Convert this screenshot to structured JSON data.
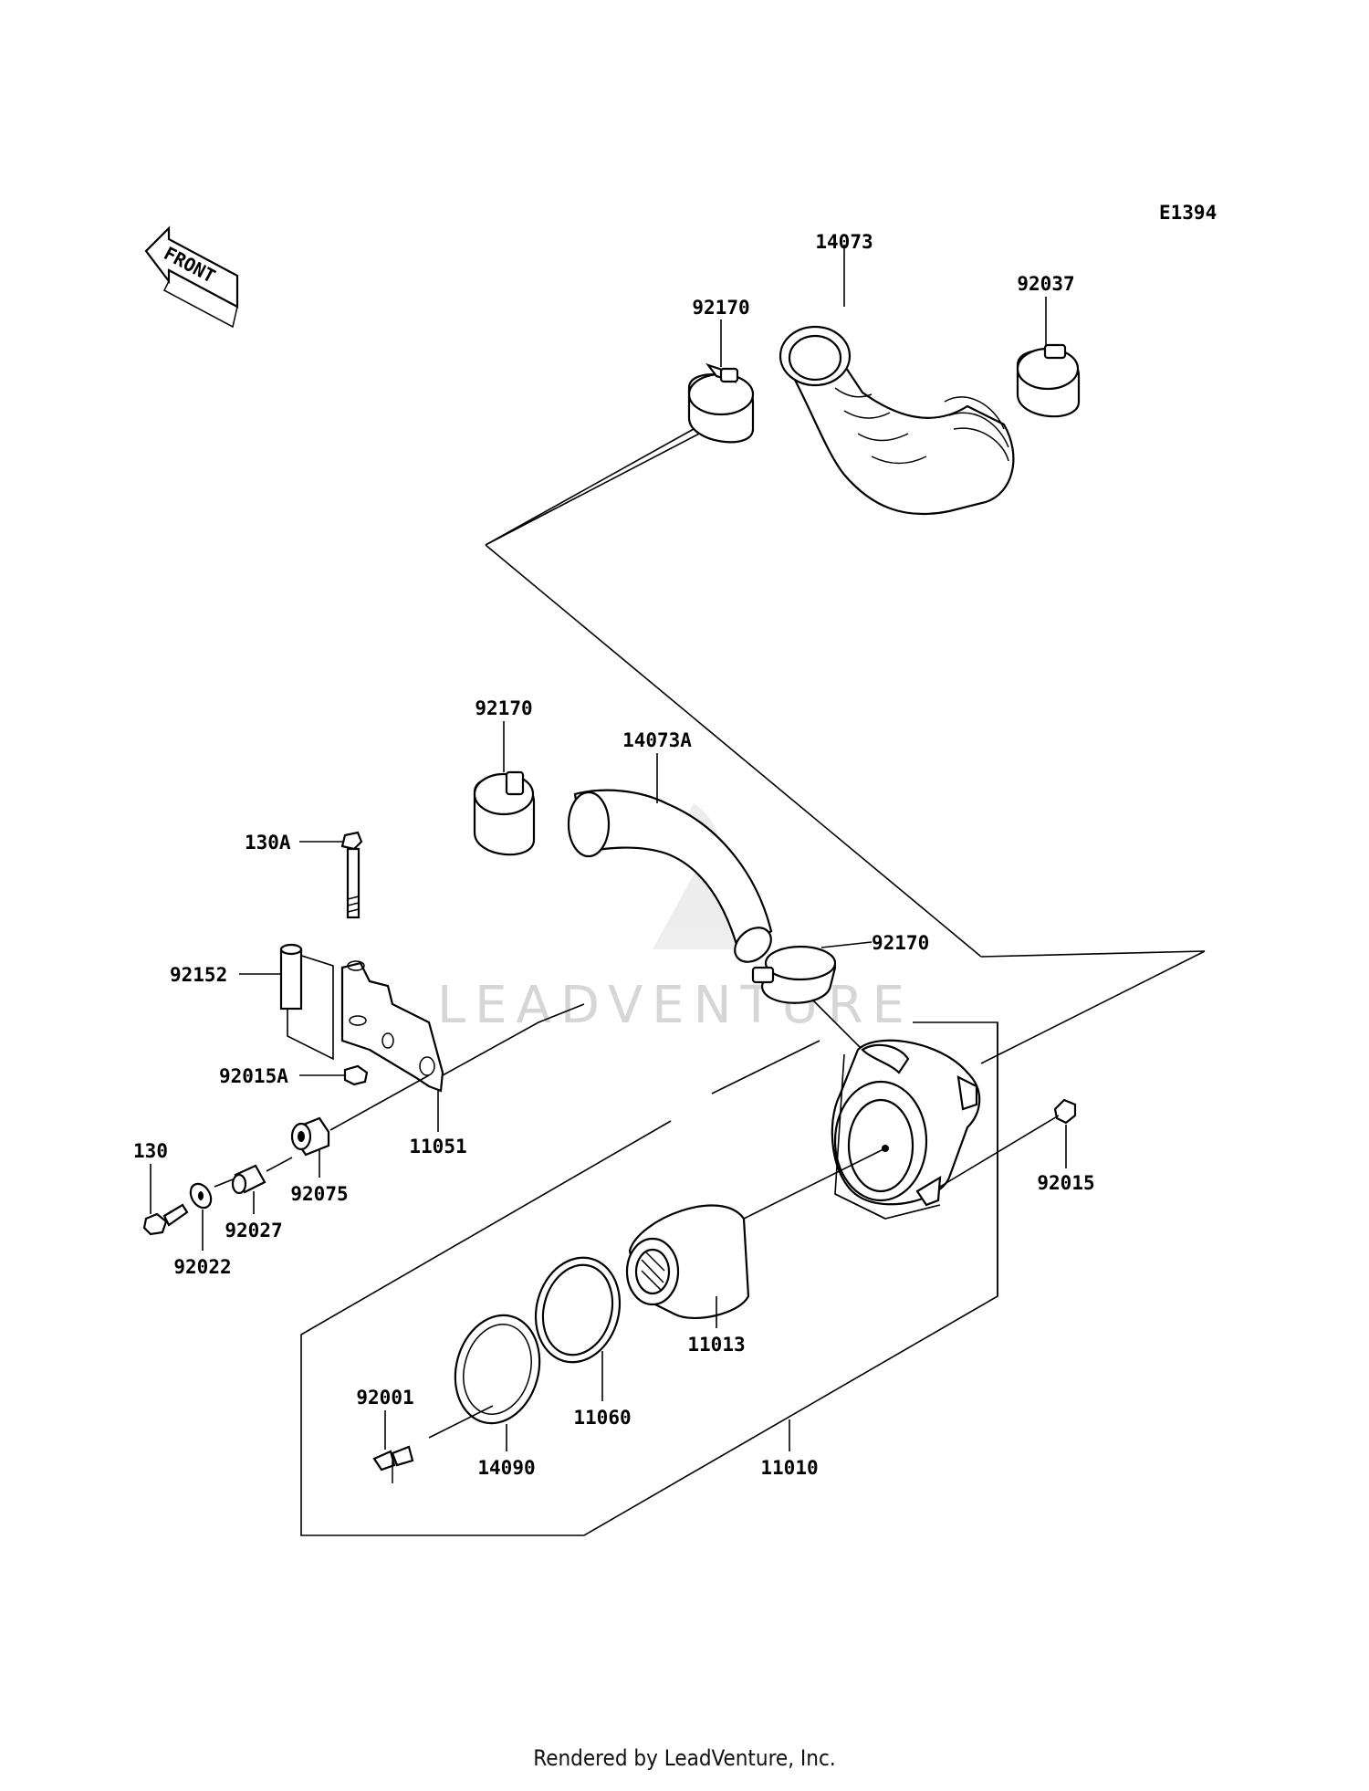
{
  "diagram": {
    "code": "E1394",
    "front_label": "FRONT",
    "watermark": "LEADVENTURE",
    "footer": "Rendered by LeadVenture, Inc.",
    "labels": {
      "p14073": "14073",
      "p92170_top": "92170",
      "p92037": "92037",
      "p92170_mid": "92170",
      "p14073A": "14073A",
      "p92170_right": "92170",
      "p130A": "130A",
      "p92152": "92152",
      "p92015A": "92015A",
      "p11051": "11051",
      "p130": "130",
      "p92075": "92075",
      "p92027": "92027",
      "p92022": "92022",
      "p92015": "92015",
      "p11013": "11013",
      "p92001": "92001",
      "p11060": "11060",
      "p14090": "14090",
      "p11010": "11010"
    }
  }
}
